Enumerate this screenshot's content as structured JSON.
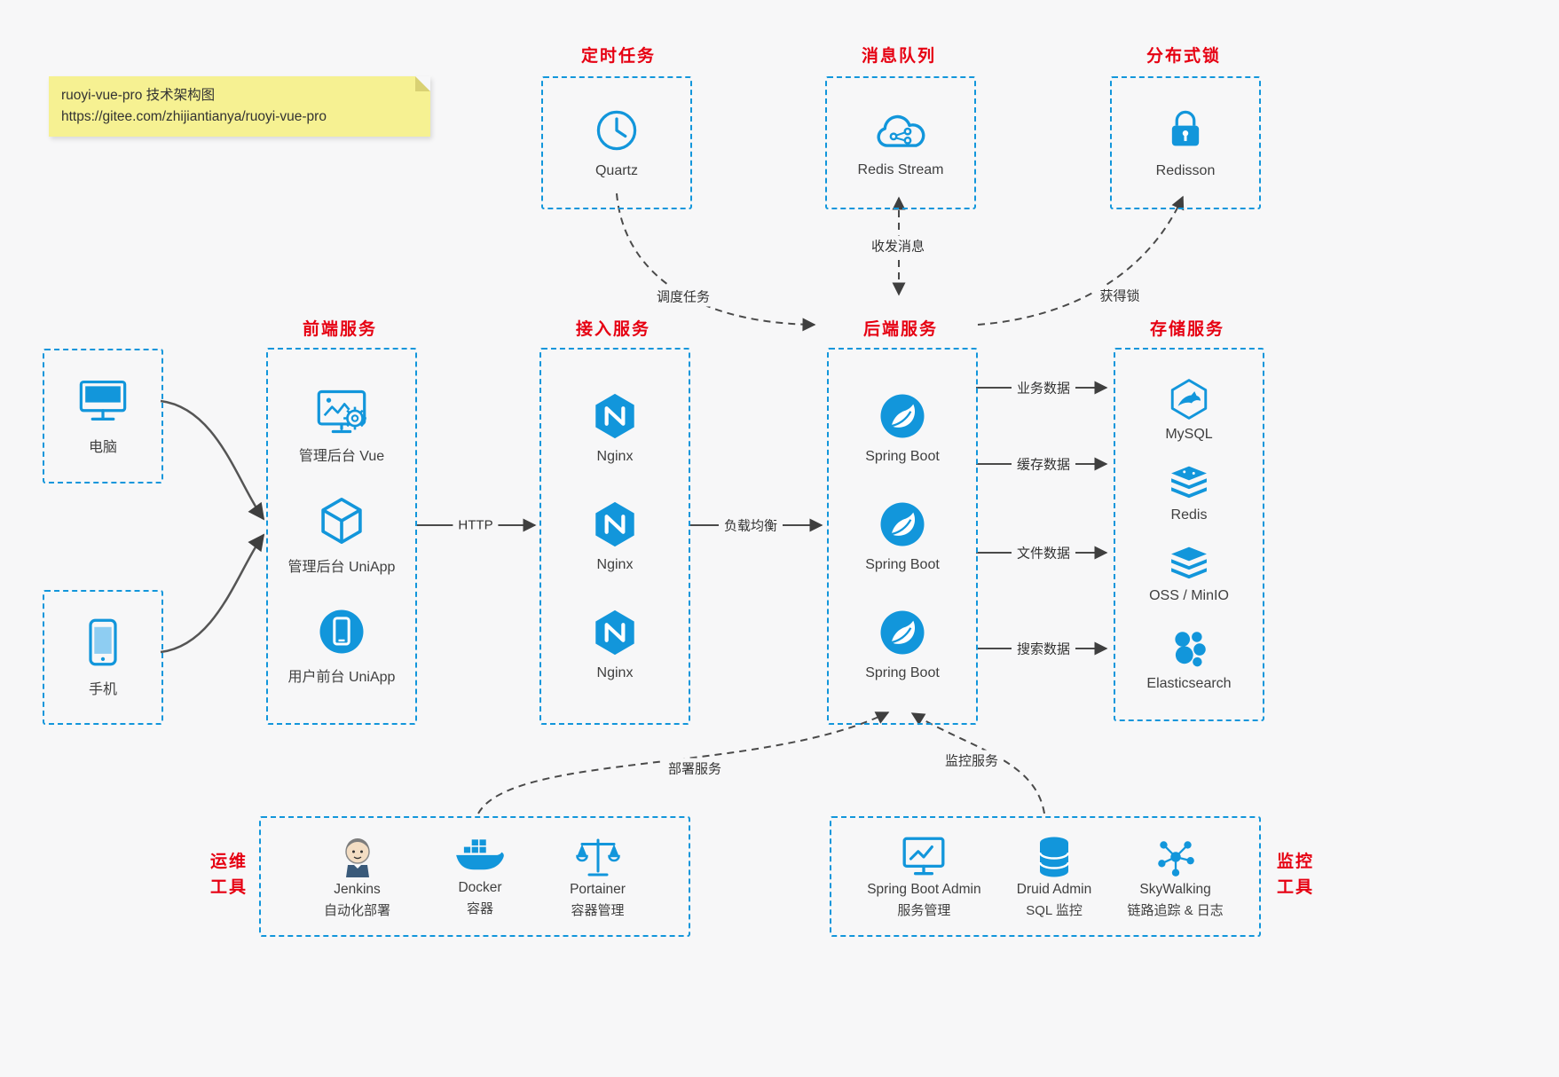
{
  "colors": {
    "accent": "#1296db",
    "title_red": "#e60012",
    "arrow": "#4a4a4a",
    "background": "#f7f7f8",
    "note_bg": "#f6f192"
  },
  "note": {
    "line1": "ruoyi-vue-pro 技术架构图",
    "line2": "https://gitee.com/zhijiantianya/ruoyi-vue-pro"
  },
  "top_groups": [
    {
      "title": "定时任务",
      "item": {
        "label": "Quartz",
        "icon": "clock-icon"
      }
    },
    {
      "title": "消息队列",
      "item": {
        "label": "Redis Stream",
        "icon": "cloud-network-icon"
      }
    },
    {
      "title": "分布式锁",
      "item": {
        "label": "Redisson",
        "icon": "lock-icon"
      }
    }
  ],
  "clients": [
    {
      "label": "电脑",
      "icon": "monitor-icon"
    },
    {
      "label": "手机",
      "icon": "phone-icon"
    }
  ],
  "columns": [
    {
      "title": "前端服务",
      "items": [
        {
          "label": "管理后台 Vue",
          "icon": "admin-vue-icon"
        },
        {
          "label": "管理后台 UniApp",
          "icon": "uniapp-box-icon"
        },
        {
          "label": "用户前台 UniApp",
          "icon": "user-app-icon"
        }
      ]
    },
    {
      "title": "接入服务",
      "items": [
        {
          "label": "Nginx",
          "icon": "nginx-icon"
        },
        {
          "label": "Nginx",
          "icon": "nginx-icon"
        },
        {
          "label": "Nginx",
          "icon": "nginx-icon"
        }
      ]
    },
    {
      "title": "后端服务",
      "items": [
        {
          "label": "Spring Boot",
          "icon": "spring-icon"
        },
        {
          "label": "Spring Boot",
          "icon": "spring-icon"
        },
        {
          "label": "Spring Boot",
          "icon": "spring-icon"
        }
      ]
    },
    {
      "title": "存储服务",
      "items": [
        {
          "label": "MySQL",
          "icon": "mysql-icon"
        },
        {
          "label": "Redis",
          "icon": "redis-stack-icon"
        },
        {
          "label": "OSS / MinIO",
          "icon": "storage-stack-icon"
        },
        {
          "label": "Elasticsearch",
          "icon": "elasticsearch-icon"
        }
      ]
    }
  ],
  "edges": {
    "http": "HTTP",
    "load_balance": "负载均衡",
    "schedule": "调度任务",
    "message": "收发消息",
    "lock": "获得锁",
    "business": "业务数据",
    "cache": "缓存数据",
    "file": "文件数据",
    "search": "搜索数据",
    "deploy": "部署服务",
    "monitor": "监控服务"
  },
  "bottom_groups": [
    {
      "title_line1": "运维",
      "title_line2": "工具",
      "items": [
        {
          "label": "Jenkins",
          "sub": "自动化部署",
          "icon": "jenkins-icon"
        },
        {
          "label": "Docker",
          "sub": "容器",
          "icon": "docker-icon"
        },
        {
          "label": "Portainer",
          "sub": "容器管理",
          "icon": "portainer-icon"
        }
      ]
    },
    {
      "title_line1": "监控",
      "title_line2": "工具",
      "items": [
        {
          "label": "Spring Boot Admin",
          "sub": "服务管理",
          "icon": "spring-admin-icon"
        },
        {
          "label": "Druid Admin",
          "sub": "SQL 监控",
          "icon": "druid-icon"
        },
        {
          "label": "SkyWalking",
          "sub": "链路追踪 & 日志",
          "icon": "skywalking-icon"
        }
      ]
    }
  ]
}
